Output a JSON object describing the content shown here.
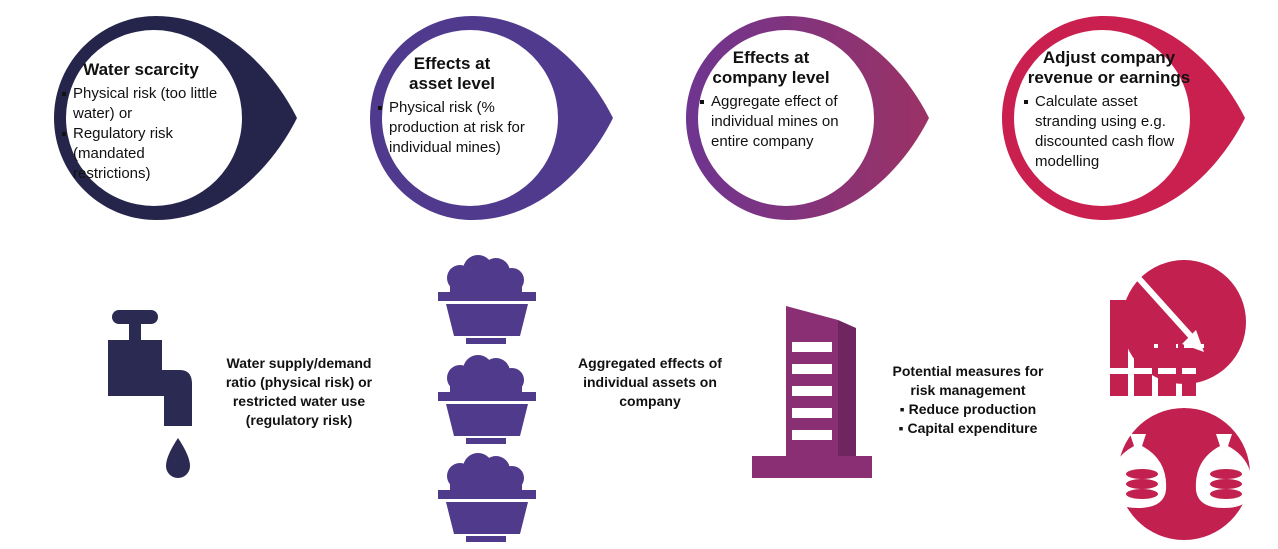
{
  "colors": {
    "stage1": "#25254c",
    "stage2": "#503a8e",
    "stage3_start": "#6e3590",
    "stage3_end": "#9b3265",
    "stage4": "#c9204f",
    "icon_navy": "#2a2a52",
    "icon_purple": "#4f3a8c",
    "icon_magenta": "#8a2f73",
    "icon_red": "#c2204e"
  },
  "stages": [
    {
      "title": "Water scarcity",
      "bullets": [
        "Physical risk (too little water) or",
        "Regulatory risk (mandated restrictions)"
      ]
    },
    {
      "title": "Effects at asset level",
      "bullets": [
        "Physical risk (% production at risk for individual mines)"
      ]
    },
    {
      "title": "Effects at company level",
      "bullets": [
        "Aggregate effect of individual mines on entire company"
      ]
    },
    {
      "title": "Adjust company revenue or earnings",
      "bullets": [
        "Calculate asset stranding using e.g. discounted cash flow modelling"
      ]
    }
  ],
  "captions": {
    "water": "Water supply/demand ratio (physical risk) or restricted water use (regulatory risk)",
    "aggregated": "Aggregated effects of individual assets on company",
    "measures_title": "Potential measures for risk management",
    "measures": [
      "Reduce production",
      "Capital expenditure"
    ]
  },
  "icons": [
    "water-tap-icon",
    "mine-cart-icon",
    "office-building-icon",
    "declining-chart-icon",
    "money-bags-icon"
  ]
}
